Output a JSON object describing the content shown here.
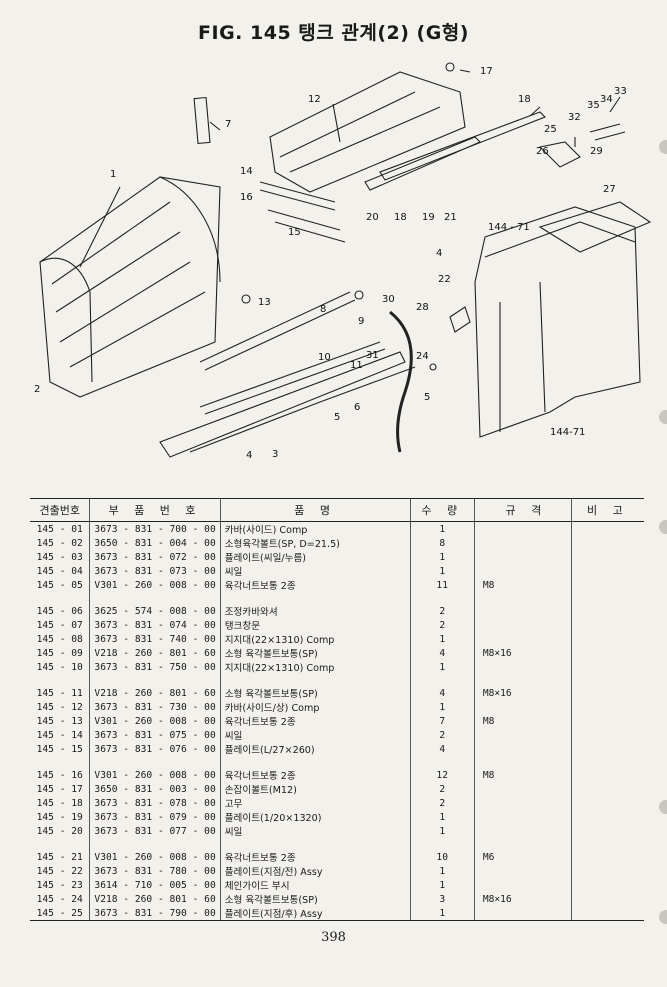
{
  "title": "FIG. 145 탱크 관계(2) (G형)",
  "page_number": "398",
  "table": {
    "headers": [
      "견출번호",
      "부 품 번 호",
      "품 명",
      "수 량",
      "규 격",
      "비 고"
    ],
    "groups": [
      [
        {
          "no": "145 - 01",
          "part": "3673 - 831 - 700 - 00",
          "name": "카바(사이드) Comp",
          "qty": "1",
          "spec": ""
        },
        {
          "no": "145 - 02",
          "part": "3650 - 831 - 004 - 00",
          "name": "소형육각볼트(SP, D=21.5)",
          "qty": "8",
          "spec": ""
        },
        {
          "no": "145 - 03",
          "part": "3673 - 831 - 072 - 00",
          "name": "플레이트(씨일/누름)",
          "qty": "1",
          "spec": ""
        },
        {
          "no": "145 - 04",
          "part": "3673 - 831 - 073 - 00",
          "name": "씨일",
          "qty": "1",
          "spec": ""
        },
        {
          "no": "145 - 05",
          "part": "V301 - 260 - 008 - 00",
          "name": "육각너트보통 2종",
          "qty": "11",
          "spec": "M8"
        }
      ],
      [
        {
          "no": "145 - 06",
          "part": "3625 - 574 - 008 - 00",
          "name": "조정카바와셔",
          "qty": "2",
          "spec": ""
        },
        {
          "no": "145 - 07",
          "part": "3673 - 831 - 074 - 00",
          "name": "탱크창문",
          "qty": "2",
          "spec": ""
        },
        {
          "no": "145 - 08",
          "part": "3673 - 831 - 740 - 00",
          "name": "지지대(22×1310) Comp",
          "qty": "1",
          "spec": ""
        },
        {
          "no": "145 - 09",
          "part": "V218 - 260 - 801 - 60",
          "name": "소형 육각볼트보통(SP)",
          "qty": "4",
          "spec": "M8×16"
        },
        {
          "no": "145 - 10",
          "part": "3673 - 831 - 750 - 00",
          "name": "지지대(22×1310) Comp",
          "qty": "1",
          "spec": ""
        }
      ],
      [
        {
          "no": "145 - 11",
          "part": "V218 - 260 - 801 - 60",
          "name": "소형 육각볼트보통(SP)",
          "qty": "4",
          "spec": "M8×16"
        },
        {
          "no": "145 - 12",
          "part": "3673 - 831 - 730 - 00",
          "name": "카바(사이드/상) Comp",
          "qty": "1",
          "spec": ""
        },
        {
          "no": "145 - 13",
          "part": "V301 - 260 - 008 - 00",
          "name": "육각너트보통 2종",
          "qty": "7",
          "spec": "M8"
        },
        {
          "no": "145 - 14",
          "part": "3673 - 831 - 075 - 00",
          "name": "씨일",
          "qty": "2",
          "spec": ""
        },
        {
          "no": "145 - 15",
          "part": "3673 - 831 - 076 - 00",
          "name": "플레이트(L/27×260)",
          "qty": "4",
          "spec": ""
        }
      ],
      [
        {
          "no": "145 - 16",
          "part": "V301 - 260 - 008 - 00",
          "name": "육각너트보통 2종",
          "qty": "12",
          "spec": "M8"
        },
        {
          "no": "145 - 17",
          "part": "3650 - 831 - 003 - 00",
          "name": "손잡이볼트(M12)",
          "qty": "2",
          "spec": ""
        },
        {
          "no": "145 - 18",
          "part": "3673 - 831 - 078 - 00",
          "name": "고무",
          "qty": "2",
          "spec": ""
        },
        {
          "no": "145 - 19",
          "part": "3673 - 831 - 079 - 00",
          "name": "플레이트(1/20×1320)",
          "qty": "1",
          "spec": ""
        },
        {
          "no": "145 - 20",
          "part": "3673 - 831 - 077 - 00",
          "name": "씨일",
          "qty": "1",
          "spec": ""
        }
      ],
      [
        {
          "no": "145 - 21",
          "part": "V301 - 260 - 008 - 00",
          "name": "육각너트보통 2종",
          "qty": "10",
          "spec": "M6"
        },
        {
          "no": "145 - 22",
          "part": "3673 - 831 - 780 - 00",
          "name": "플레이트(지점/전) Assy",
          "qty": "1",
          "spec": ""
        },
        {
          "no": "145 - 23",
          "part": "3614 - 710 - 005 - 00",
          "name": "체인가이드 부시",
          "qty": "1",
          "spec": ""
        },
        {
          "no": "145 - 24",
          "part": "V218 - 260 - 801 - 60",
          "name": "소형 육각볼트보통(SP)",
          "qty": "3",
          "spec": "M8×16"
        },
        {
          "no": "145 - 25",
          "part": "3673 - 831 - 790 - 00",
          "name": "플레이트(지점/후) Assy",
          "qty": "1",
          "spec": ""
        }
      ]
    ]
  },
  "diagram": {
    "callouts": [
      "1",
      "2",
      "3",
      "4",
      "5",
      "5",
      "6",
      "7",
      "8",
      "9",
      "10",
      "11",
      "12",
      "13",
      "14",
      "15",
      "16",
      "17",
      "18",
      "18",
      "19",
      "20",
      "21",
      "22",
      "24",
      "25",
      "26",
      "27",
      "28",
      "29",
      "30",
      "31",
      "32",
      "33",
      "34",
      "35",
      "4",
      "144 - 71",
      "144-71"
    ]
  }
}
